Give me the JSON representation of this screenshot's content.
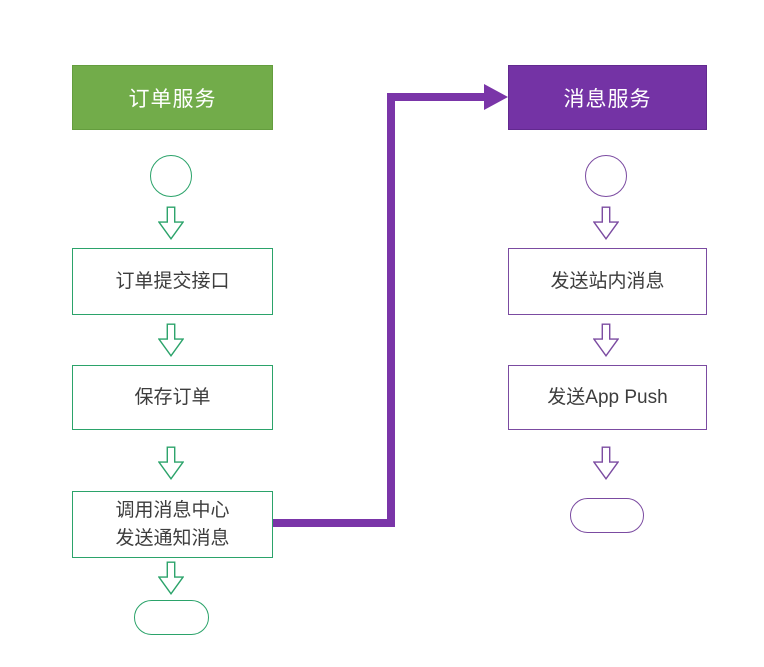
{
  "diagram_type": "flowchart",
  "order_service": {
    "header": "订单服务",
    "step1": "订单提交接口",
    "step2": "保存订单",
    "step3_line1": "调用消息中心",
    "step3_line2": "发送通知消息"
  },
  "message_service": {
    "header": "消息服务",
    "step1": "发送站内消息",
    "step2": "发送App Push"
  },
  "connector": {
    "from": "调用消息中心发送通知消息",
    "to": "消息服务",
    "style": "thick-elbow-arrow"
  },
  "colors": {
    "order_header_fill": "#72ac4a",
    "order_outline": "#2ba36a",
    "message_header_fill": "#7433a5",
    "message_outline": "#7b4ba1",
    "connector_purple": "#7a35a8",
    "box_text": "#3d3d3d",
    "header_text": "#ffffff",
    "background": "#ffffff"
  }
}
